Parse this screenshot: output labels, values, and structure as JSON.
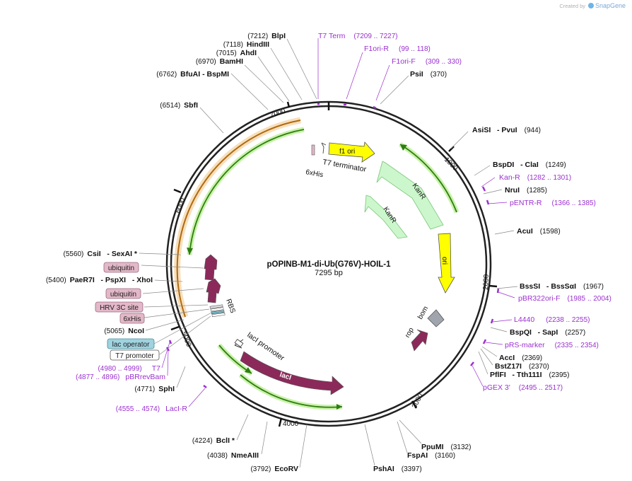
{
  "credit": "Created by",
  "brand": "SnapGene",
  "plasmid": {
    "name": "pOPINB-M1-di-Ub(G76V)-HOIL-1",
    "size_label": "7295 bp"
  },
  "ticks": [
    "1000",
    "2000",
    "3000",
    "4000",
    "5000",
    "6000",
    "7000"
  ],
  "sites_top": [
    {
      "pos": "(7212)",
      "name": "BlpI"
    },
    {
      "pos": "(7118)",
      "name": "HindIII"
    },
    {
      "pos": "(7015)",
      "name": "AhdI"
    },
    {
      "pos": "(6970)",
      "name": "BamHI"
    },
    {
      "pos": "(6762)",
      "name": "BfuAI   - BspMI"
    },
    {
      "pos": "(6514)",
      "name": "SbfI"
    }
  ],
  "primers_top": [
    {
      "name": "T7 Term",
      "pos": "(7209 .. 7227)"
    },
    {
      "name": "F1ori-R",
      "pos": "(99 .. 118)"
    },
    {
      "name": "F1ori-F",
      "pos": "(309 .. 330)"
    }
  ],
  "sites_right": [
    {
      "name": "PsiI",
      "pos": "(370)"
    },
    {
      "name": "AsiSI   - PvuI",
      "pos": "(944)"
    },
    {
      "name": "BspDI   - ClaI",
      "pos": "(1249)"
    },
    {
      "name": "NruI",
      "pos": "(1285)"
    },
    {
      "name": "AcuI",
      "pos": "(1598)"
    },
    {
      "name": "BssSI   - BssSαI",
      "pos": "(1967)"
    },
    {
      "name": "BspQI   - SapI",
      "pos": "(2257)"
    },
    {
      "name": "AccI",
      "pos": "(2369)"
    },
    {
      "name": "BstZ17I",
      "pos": "(2370)"
    },
    {
      "name": "PflFI   - Tth111I",
      "pos": "(2395)"
    },
    {
      "name": "PpuMI",
      "pos": "(3132)"
    },
    {
      "name": "FspAI",
      "pos": "(3160)"
    },
    {
      "name": "PshAI",
      "pos": "(3397)"
    }
  ],
  "primers_right": [
    {
      "name": "Kan-R",
      "pos": "(1282 .. 1301)"
    },
    {
      "name": "pENTR-R",
      "pos": "(1366 .. 1385)"
    },
    {
      "name": "pBR322ori-F",
      "pos": "(1985 .. 2004)"
    },
    {
      "name": "L4440",
      "pos": "(2238 .. 2255)"
    },
    {
      "name": "pRS-marker",
      "pos": "(2335 .. 2354)"
    },
    {
      "name": "pGEX 3'",
      "pos": "(2495 .. 2517)"
    }
  ],
  "sites_left": [
    {
      "pos": "(5560)",
      "name": "CsiI   - SexAI *"
    },
    {
      "pos": "(5400)",
      "name": "PaeR7I   - PspXI   - XhoI"
    },
    {
      "pos": "(5065)",
      "name": "NcoI"
    },
    {
      "pos": "(4771)",
      "name": "SphI"
    },
    {
      "pos": "(4224)",
      "name": "BclI *"
    },
    {
      "pos": "(4038)",
      "name": "NmeAIII"
    },
    {
      "pos": "(3792)",
      "name": "EcoRV"
    }
  ],
  "primers_left": [
    {
      "pos": "(4980 .. 4999)",
      "name": "T7"
    },
    {
      "pos": "(4877 .. 4896)",
      "name": "pBRrevBam"
    },
    {
      "pos": "(4555 .. 4574)",
      "name": "LacI-R"
    }
  ],
  "badges": [
    {
      "text": "ubiquitin",
      "color": "#e3b8c8"
    },
    {
      "text": "ubiquitin",
      "color": "#e3b8c8"
    },
    {
      "text": "HRV 3C site",
      "color": "#e3b8c8"
    },
    {
      "text": "6xHis",
      "color": "#e3b8c8"
    },
    {
      "text": "lac operator",
      "color": "#9fd3e0"
    },
    {
      "text": "T7 promoter",
      "color": "#ffffff"
    }
  ],
  "features": {
    "f1_ori": "f1 ori",
    "kanr_outer": "KanR",
    "kanr_inner": "KanR",
    "ori": "ori",
    "bom": "bom",
    "rop": "rop",
    "laci": "lacI",
    "laci_promoter": "lacI promoter",
    "rbs": "RBS",
    "his": "6xHis",
    "t7_terminator": "T7 terminator"
  },
  "colors": {
    "backbone": "#222222",
    "primer": "#9b30d0",
    "f1ori": "#ffff00",
    "kanr": "#ccf7cc",
    "ori": "#ffff00",
    "laci": "#8b2a5a",
    "orf_green": "#2e7d12",
    "orf_orange": "#e8a33c",
    "bom": "#a0a4ad"
  }
}
